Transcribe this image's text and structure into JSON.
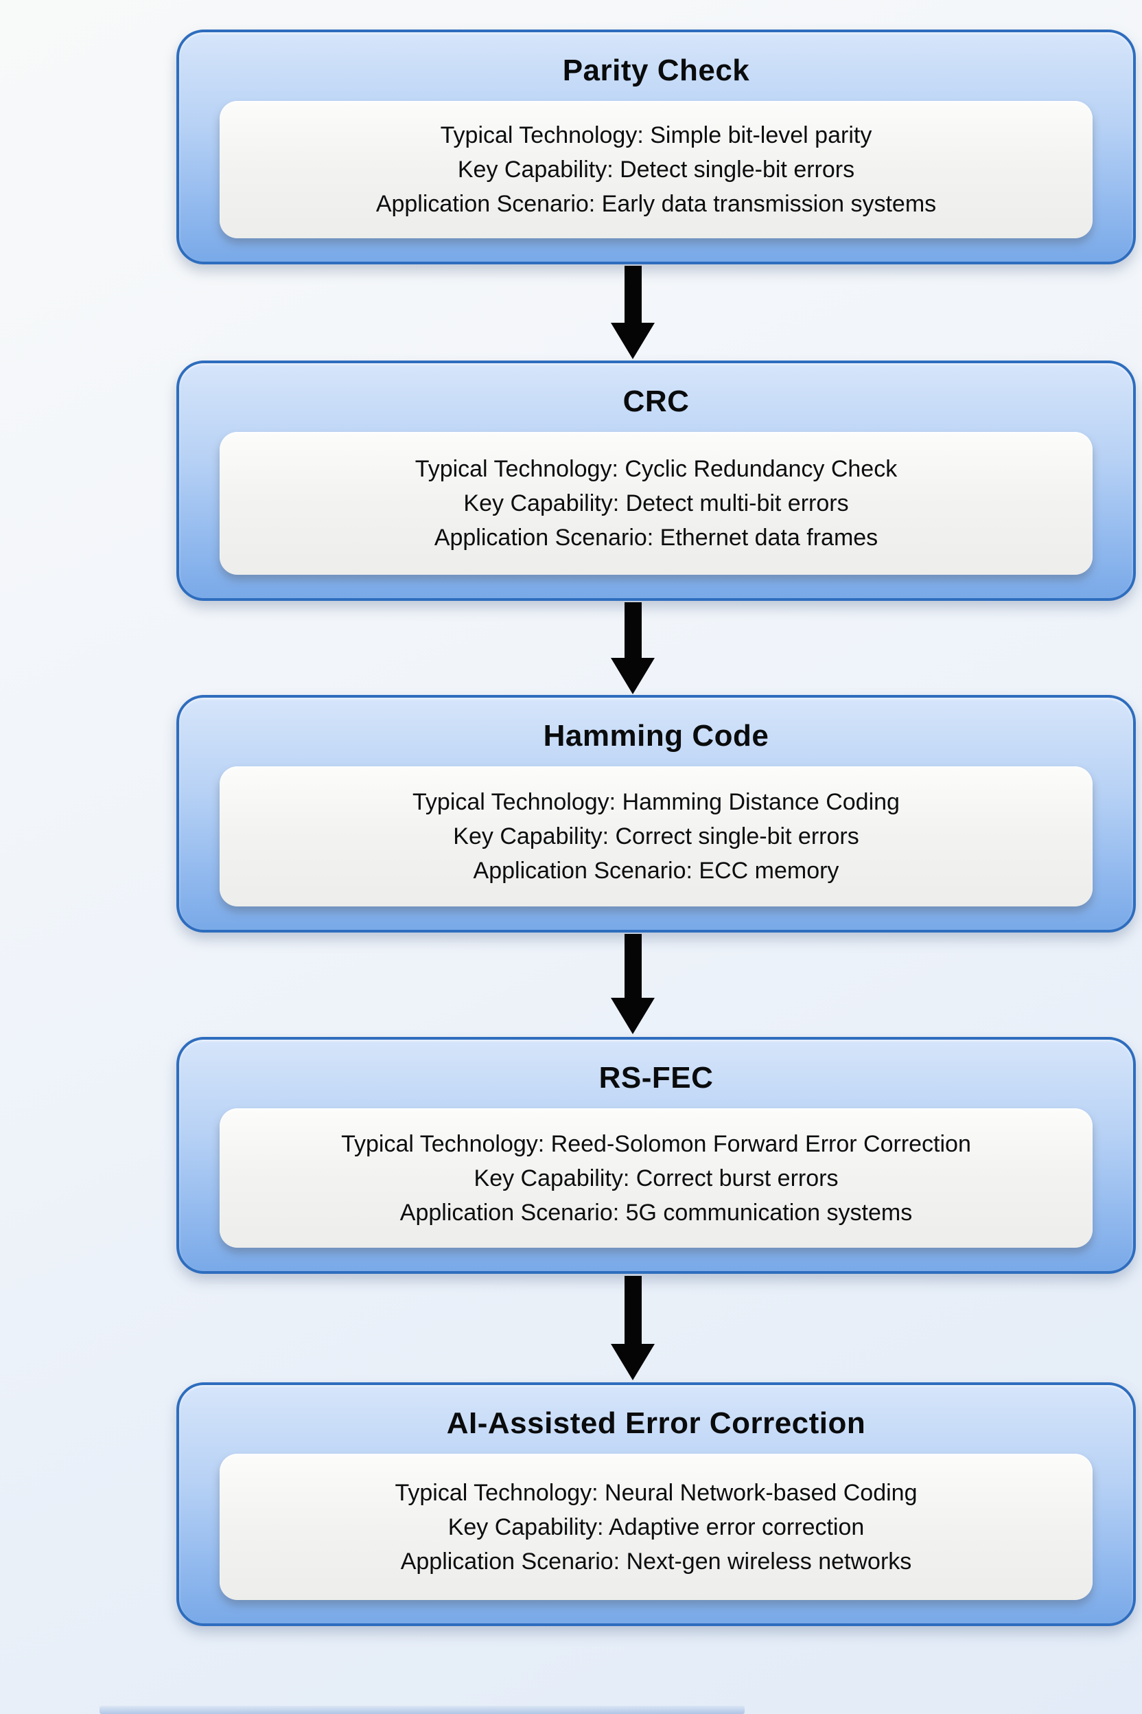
{
  "diagram": {
    "type": "vertical-flowchart",
    "colors": {
      "node_border": "#2e6dbe",
      "node_fill_top": "#d6e5fa",
      "node_fill_bottom": "#79a9e8",
      "panel_fill": "#f1f1ef",
      "arrow": "#050505",
      "text": "#0c0d0e",
      "background_top": "#f8f9f9",
      "background_bottom": "#e2ebf7"
    },
    "nodes": [
      {
        "title": "Parity Check",
        "lines": [
          "Typical Technology: Simple bit-level parity",
          "Key Capability: Detect single-bit errors",
          "Application Scenario: Early data transmission systems"
        ]
      },
      {
        "title": "CRC",
        "lines": [
          "Typical Technology: Cyclic Redundancy Check",
          "Key Capability: Detect multi-bit errors",
          "Application Scenario: Ethernet data frames"
        ]
      },
      {
        "title": "Hamming Code",
        "lines": [
          "Typical Technology: Hamming Distance Coding",
          "Key Capability: Correct single-bit errors",
          "Application Scenario: ECC memory"
        ]
      },
      {
        "title": "RS-FEC",
        "lines": [
          "Typical Technology: Reed-Solomon Forward Error Correction",
          "Key Capability: Correct burst errors",
          "Application Scenario: 5G communication systems"
        ]
      },
      {
        "title": "AI-Assisted Error Correction",
        "lines": [
          "Typical Technology: Neural Network-based Coding",
          "Key Capability: Adaptive error correction",
          "Application Scenario: Next-gen wireless networks"
        ]
      }
    ],
    "edges": [
      {
        "from": "Parity Check",
        "to": "CRC"
      },
      {
        "from": "CRC",
        "to": "Hamming Code"
      },
      {
        "from": "Hamming Code",
        "to": "RS-FEC"
      },
      {
        "from": "RS-FEC",
        "to": "AI-Assisted Error Correction"
      }
    ]
  }
}
